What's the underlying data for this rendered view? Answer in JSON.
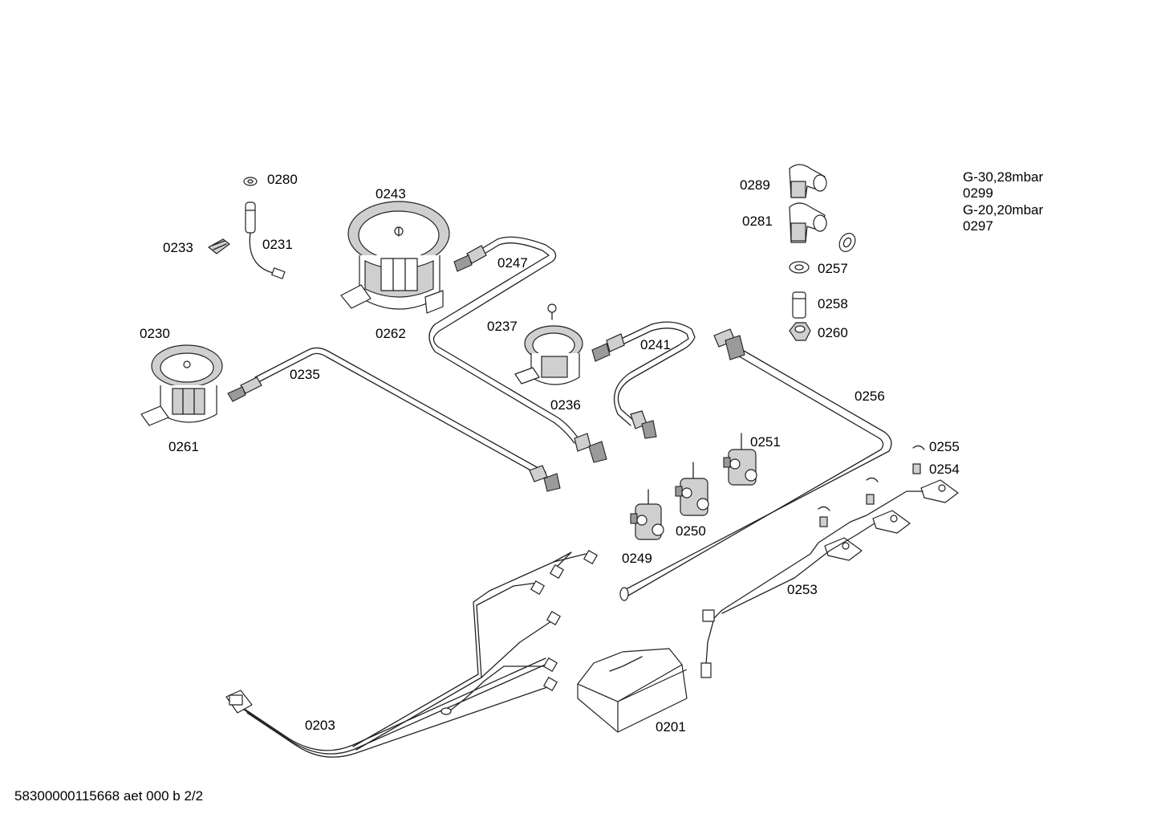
{
  "parts": {
    "p0280": "0280",
    "p0233": "0233",
    "p0231": "0231",
    "p0243": "0243",
    "p0247": "0247",
    "p0262": "0262",
    "p0230": "0230",
    "p0235": "0235",
    "p0261": "0261",
    "p0237": "0237",
    "p0241": "0241",
    "p0236": "0236",
    "p0289": "0289",
    "p0281": "0281",
    "p0257": "0257",
    "p0258": "0258",
    "p0260": "0260",
    "p0256": "0256",
    "p0255": "0255",
    "p0254": "0254",
    "p0251": "0251",
    "p0250": "0250",
    "p0249": "0249",
    "p0253": "0253",
    "p0203": "0203",
    "p0201": "0201"
  },
  "gas_variants": {
    "g30_label": "G-30,28mbar",
    "g30_part": "0299",
    "g20_label": "G-20,20mbar",
    "g20_part": "0297"
  },
  "footer": "58300000115668 aet 000 b 2/2"
}
